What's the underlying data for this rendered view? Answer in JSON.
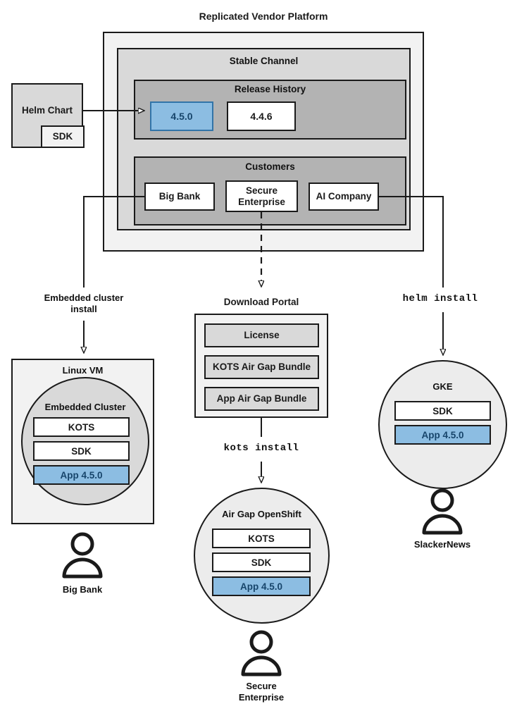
{
  "diagram": {
    "title": "Replicated Vendor Platform",
    "platform": {
      "channel_title": "Stable Channel",
      "release_history": {
        "title": "Release History",
        "releases": [
          {
            "label": "4.5.0",
            "state": "current",
            "fill": "#8cbde2",
            "stroke": "#3274a8",
            "text_color": "#17456b"
          },
          {
            "label": "4.4.6",
            "state": "previous",
            "fill": "#ffffff",
            "stroke": "#1a1a1a",
            "text_color": "#1a1a1a"
          }
        ]
      },
      "customers": {
        "title": "Customers",
        "items": [
          {
            "label": "Big Bank"
          },
          {
            "label": "Secure Enterprise"
          },
          {
            "label": "AI Company"
          }
        ]
      }
    },
    "helm_chart": {
      "label": "Helm Chart",
      "sdk_label": "SDK"
    },
    "flow_labels": {
      "embedded_cluster_install": "Embedded cluster\ninstall",
      "helm_install": "helm install",
      "kots_install": "kots install"
    },
    "download_portal": {
      "title": "Download Portal",
      "artifacts": [
        {
          "label": "License"
        },
        {
          "label": "KOTS Air Gap Bundle"
        },
        {
          "label": "App Air Gap Bundle"
        }
      ]
    },
    "targets": [
      {
        "id": "linux-vm",
        "title": "Linux VM",
        "inner_title": "Embedded Cluster",
        "shape": "rect-with-circle",
        "components": [
          {
            "label": "KOTS",
            "style": "white"
          },
          {
            "label": "SDK",
            "style": "white"
          },
          {
            "label": "App 4.5.0",
            "style": "blue"
          }
        ],
        "persona": "Big Bank"
      },
      {
        "id": "air-gap-openshift",
        "title": "Air Gap OpenShift",
        "shape": "circle",
        "components": [
          {
            "label": "KOTS",
            "style": "white"
          },
          {
            "label": "SDK",
            "style": "white"
          },
          {
            "label": "App 4.5.0",
            "style": "blue"
          }
        ],
        "persona": "Secure\nEnterprise"
      },
      {
        "id": "gke",
        "title": "GKE",
        "shape": "circle",
        "components": [
          {
            "label": "SDK",
            "style": "white"
          },
          {
            "label": "App 4.5.0",
            "style": "blue"
          }
        ],
        "persona": "SlackerNews"
      }
    ],
    "colors": {
      "level1_fill": "#f2f2f2",
      "level2_fill": "#d9d9d9",
      "level3_fill": "#b3b3b3",
      "accent_blue_fill": "#8cbde2",
      "accent_blue_stroke": "#3274a8",
      "accent_blue_text": "#17456b",
      "stroke": "#1a1a1a",
      "circle_fill": "#ececec"
    }
  }
}
